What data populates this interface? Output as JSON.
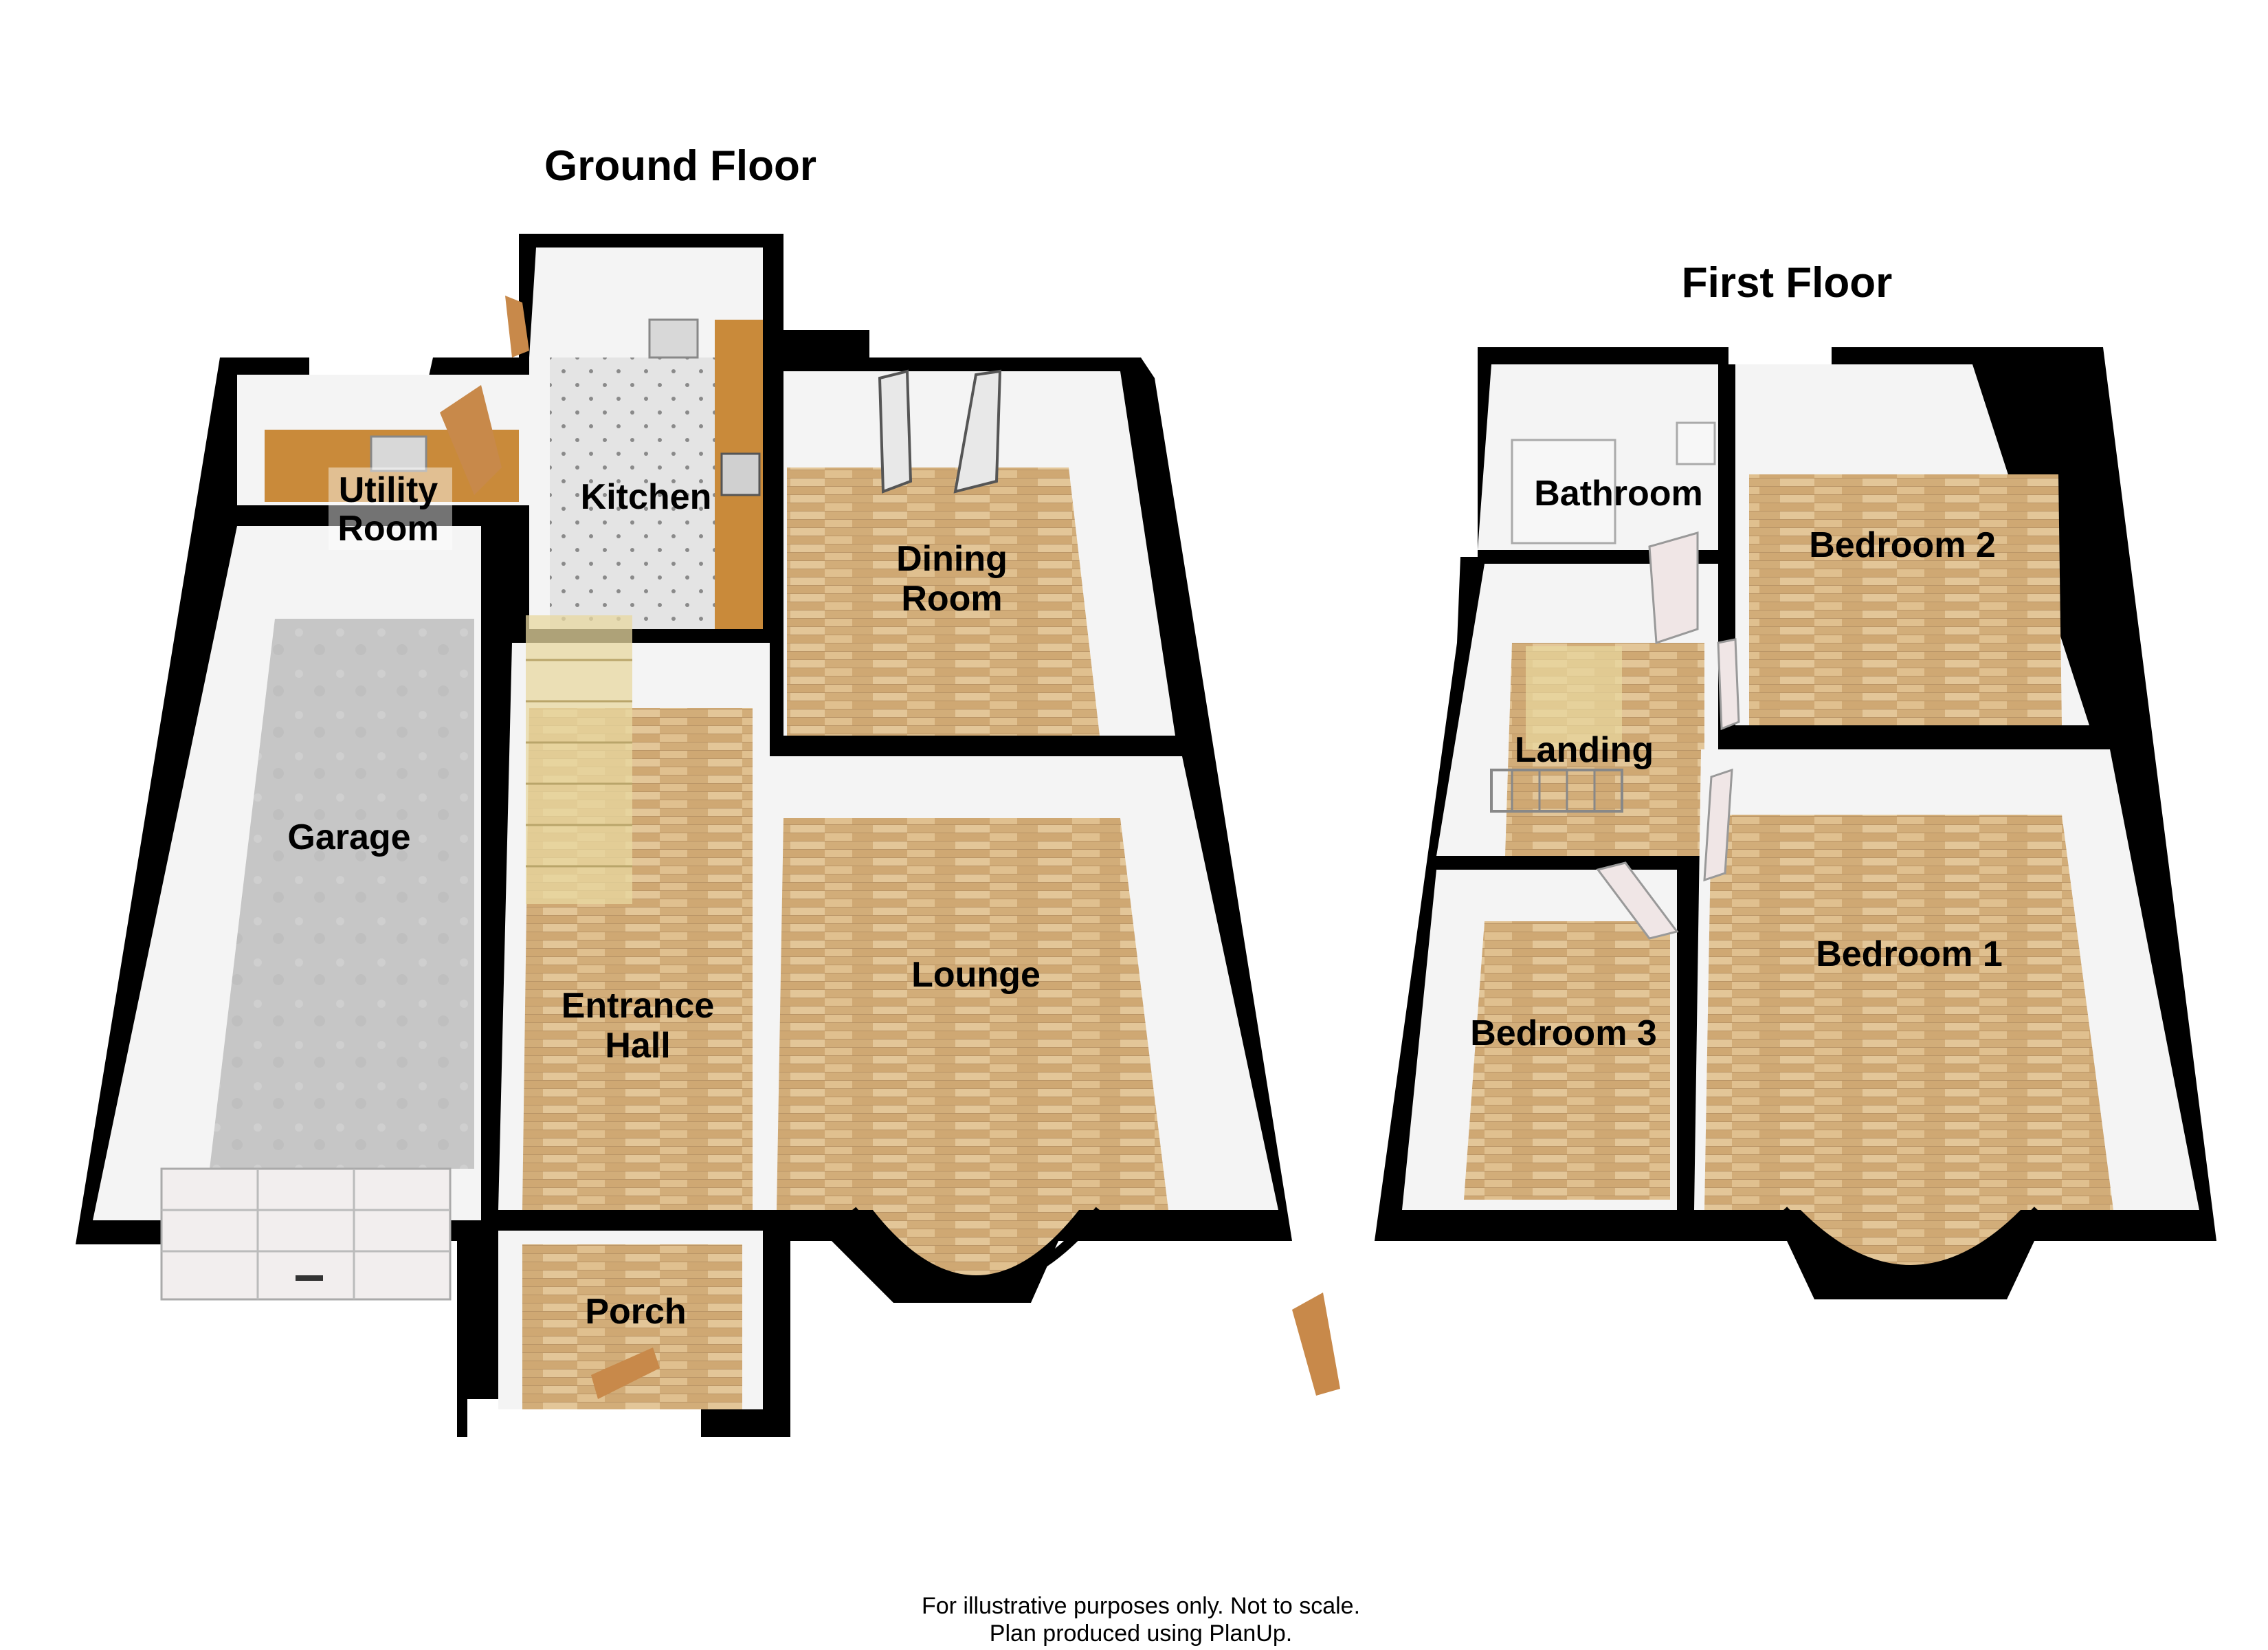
{
  "floors": {
    "ground": {
      "title": "Ground Floor",
      "rooms": {
        "utility": [
          "Utility",
          "Room"
        ],
        "kitchen": [
          "Kitchen"
        ],
        "dining": [
          "Dining",
          "Room"
        ],
        "garage": [
          "Garage"
        ],
        "lounge": [
          "Lounge"
        ],
        "hall": [
          "Entrance",
          "Hall"
        ],
        "porch": [
          "Porch"
        ]
      }
    },
    "first": {
      "title": "First Floor",
      "rooms": {
        "bathroom": [
          "Bathroom"
        ],
        "bedroom2": [
          "Bedroom 2"
        ],
        "landing": [
          "Landing"
        ],
        "bedroom1": [
          "Bedroom 1"
        ],
        "bedroom3": [
          "Bedroom 3"
        ]
      }
    }
  },
  "footer": {
    "line1": "For illustrative purposes only. Not to scale.",
    "line2": "Plan produced using PlanUp."
  },
  "colors": {
    "wood": "#d9b98a",
    "wood_dark": "#c9a26c",
    "garage_floor": "#c8c8c8",
    "tile": "#dcdcdc",
    "counter": "#c88a3a",
    "wall": "#000000",
    "inner_wall": "#f4f4f4",
    "stairs": "#e8d49a"
  }
}
